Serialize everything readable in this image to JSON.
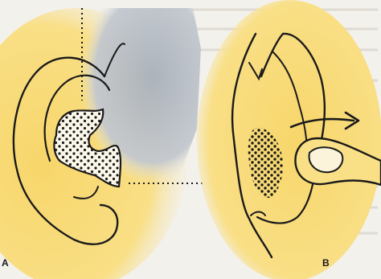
{
  "panels": [
    {
      "id": "A",
      "label": "A",
      "subject": "ear-external-view-with-stippled-concha"
    },
    {
      "id": "B",
      "label": "B",
      "subject": "ear-side-view-with-finger-pressing-tragus"
    }
  ],
  "colors": {
    "skin": "#f7d66a",
    "skin_light": "#fbe7a2",
    "shadow_panel": "#b7bdc6",
    "line": "#1a1a1a",
    "background": "#f3f1ec",
    "background_text": "#c9c4b8"
  }
}
